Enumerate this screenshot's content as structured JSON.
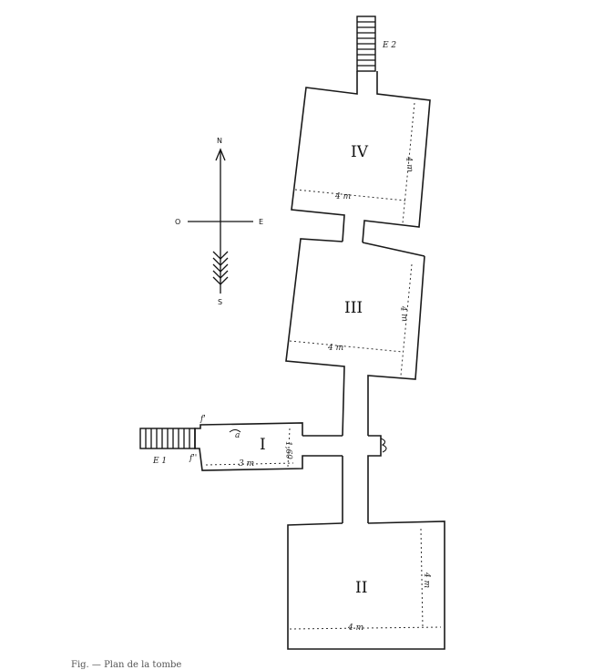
{
  "rooms": {
    "room_iv": {
      "label": "IV",
      "width_label": "4 m",
      "depth_label": "4 m"
    },
    "room_iii": {
      "label": "III",
      "width_label": "4 m",
      "depth_label": "4 m"
    },
    "room_i": {
      "label": "I",
      "width_label": "3 m",
      "depth_label": "1,60",
      "marker": "a"
    },
    "room_ii": {
      "label": "II",
      "width_label": "4 m",
      "depth_label": "4 m"
    }
  },
  "entrances": {
    "north": "E 2",
    "west": "E 1"
  },
  "marks": {
    "f_upper": "f'",
    "f_lower": "f''"
  },
  "compass": {
    "north": "N",
    "east": "E",
    "south": "S",
    "west": "O"
  },
  "caption": "Fig. — Plan de la tombe"
}
